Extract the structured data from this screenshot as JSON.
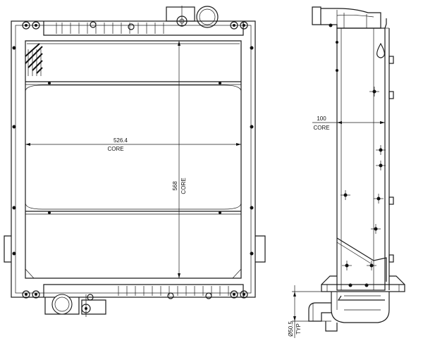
{
  "dimensions": {
    "core_width": {
      "value": "526.4",
      "label": "CORE"
    },
    "core_height": {
      "value": "568",
      "label": "CORE"
    },
    "core_depth": {
      "value": "100",
      "label": "CORE"
    },
    "outlet_diameter": {
      "value": "Ø50.5",
      "label": "TYP"
    }
  }
}
